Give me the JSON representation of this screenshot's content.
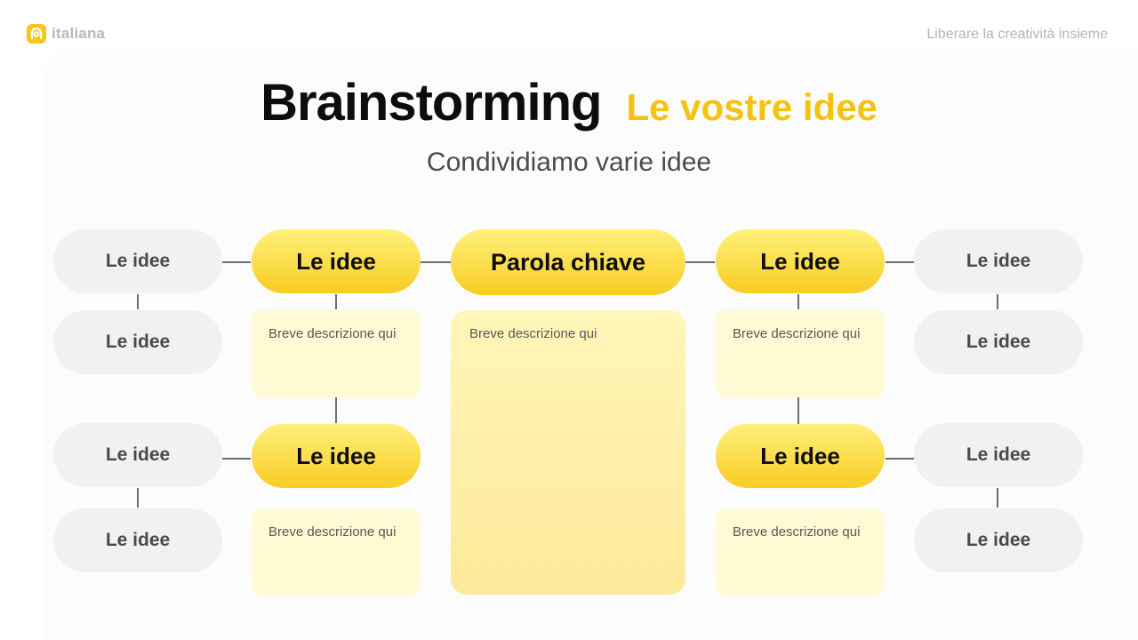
{
  "brand": {
    "name": "italiana"
  },
  "tagline": "Liberare la creatività insieme",
  "title": {
    "main": "Brainstorming",
    "accent": "Le vostre idee"
  },
  "subtitle": "Condividiamo varie idee",
  "center": {
    "label": "Parola chiave",
    "description": "Breve descrizione qui"
  },
  "primary": {
    "left_top": {
      "label": "Le idee",
      "description": "Breve descrizione qui"
    },
    "left_bottom": {
      "label": "Le idee",
      "description": "Breve descrizione qui"
    },
    "right_top": {
      "label": "Le idee",
      "description": "Breve descrizione qui"
    },
    "right_bottom": {
      "label": "Le idee",
      "description": "Breve descrizione qui"
    }
  },
  "secondary": {
    "left": [
      "Le idee",
      "Le idee",
      "Le idee",
      "Le idee"
    ],
    "right": [
      "Le idee",
      "Le idee",
      "Le idee",
      "Le idee"
    ]
  },
  "colors": {
    "accent": "#f5c20f",
    "pill_gray": "#f1f0f2",
    "description_bg": "#fff9d4"
  }
}
